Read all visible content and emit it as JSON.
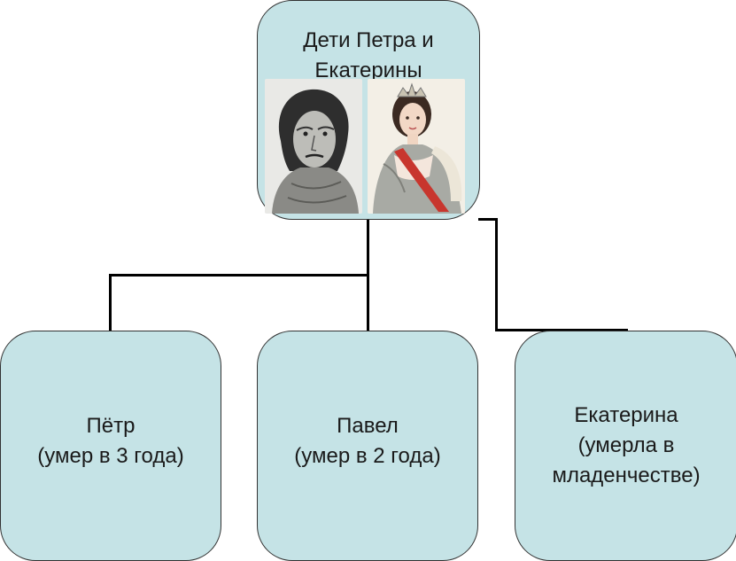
{
  "root": {
    "title_line1": "Дети Петра и",
    "title_line2": "Екатерины",
    "portraits": [
      "portrait-peter",
      "portrait-catherine"
    ]
  },
  "children": [
    {
      "name": "Пётр",
      "note": "(умер в 3 года)"
    },
    {
      "name": "Павел",
      "note": "(умер в 2 года)"
    },
    {
      "name": "Екатерина",
      "note_line1": "(умерла в",
      "note_line2": "младенчестве)"
    }
  ],
  "colors": {
    "box_fill": "#c5e3e6",
    "connector": "#000000"
  }
}
